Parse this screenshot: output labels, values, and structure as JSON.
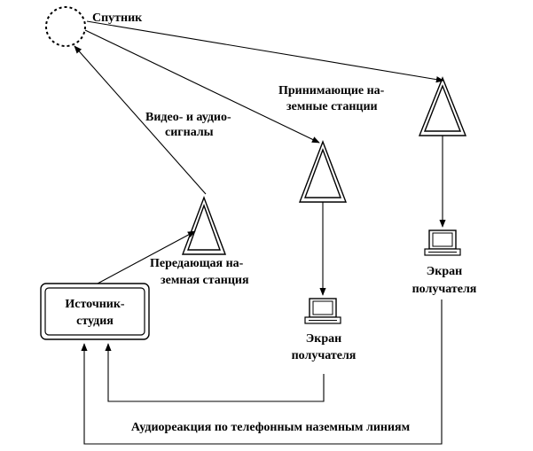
{
  "labels": {
    "satellite": "Спутник",
    "signals_line1": "Видео- и аудио-",
    "signals_line2": "сигналы",
    "receiving_line1": "Принимающие на-",
    "receiving_line2": "земные станции",
    "transmitting_line1": "Передающая на-",
    "transmitting_line2": "земная станция",
    "source_line1": "Источник-",
    "source_line2": "студия",
    "screen1_line1": "Экран",
    "screen1_line2": "получателя",
    "screen2_line1": "Экран",
    "screen2_line2": "получателя",
    "feedback": "Аудиореакция по телефонным наземным линиям"
  },
  "colors": {
    "stroke": "#000000",
    "background": "#ffffff"
  }
}
